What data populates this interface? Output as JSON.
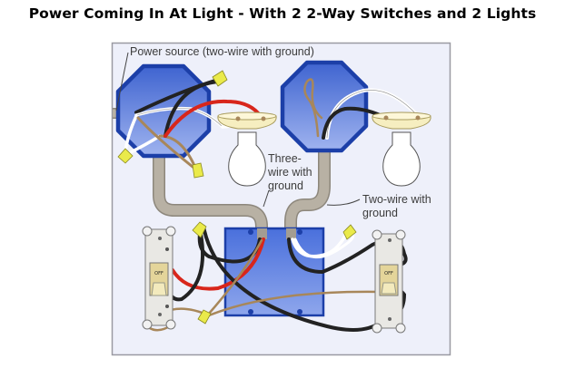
{
  "title": "Power Coming In At Light - With 2 2-Way Switches and 2 Lights",
  "diagram": {
    "labels": {
      "power_source": "Power source (two-wire with ground)",
      "three_wire_line1": "Three-",
      "three_wire_line2": "wire with",
      "three_wire_line3": "ground",
      "two_wire_line1": "Two-wire with",
      "two_wire_line2": "ground"
    },
    "switches": [
      {
        "name": "left-switch",
        "state": "OFF"
      },
      {
        "name": "right-switch",
        "state": "OFF"
      }
    ],
    "colors": {
      "background": "#eef0fa",
      "box_blue": "#4f74d8",
      "box_border": "#1c3fa8",
      "cable_gray": "#b3aca0",
      "wire_black": "#2a2a2a",
      "wire_red": "#d8261b",
      "wire_white": "#ffffff",
      "wire_ground": "#a8875a",
      "wire_nut": "#eaea4a",
      "fixture": "#f6eec0"
    }
  }
}
